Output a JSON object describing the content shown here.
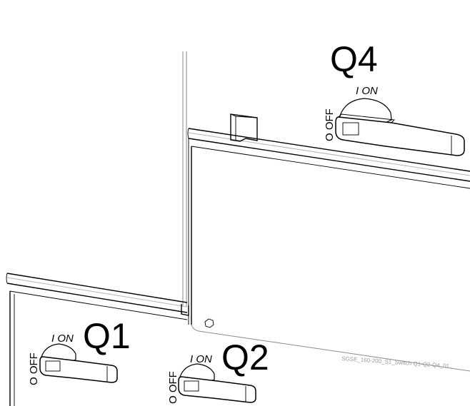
{
  "switches": [
    {
      "id": "q4",
      "label": "Q4",
      "on_label": "I ON",
      "off_label": "O OFF"
    },
    {
      "id": "q1",
      "label": "Q1",
      "on_label": "I ON",
      "off_label": "O OFF"
    },
    {
      "id": "q2",
      "label": "Q2",
      "on_label": "I ON",
      "off_label": "O OFF"
    }
  ],
  "drawing_code": "SGSE_160-200_S1_Switch Q1-Q2-Q4_01",
  "colors": {
    "line": "#000000",
    "panel_edge": "#8a8a8a",
    "code_text": "#9a9a9a",
    "background": "#ffffff"
  }
}
